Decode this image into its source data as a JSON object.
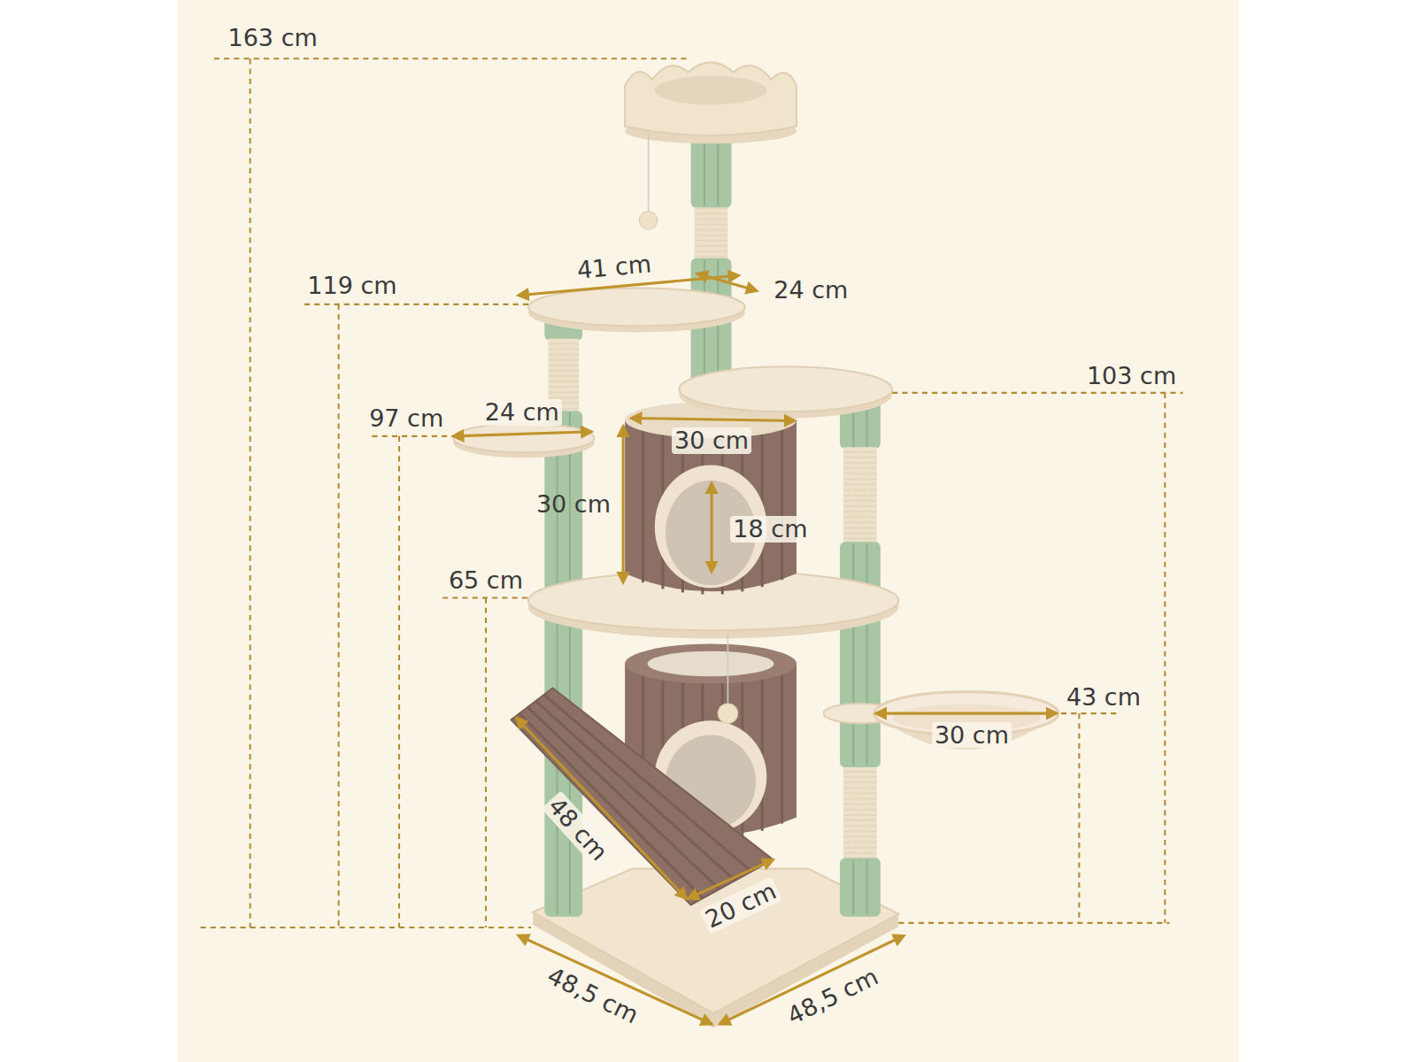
{
  "diagram": {
    "labels": [
      "163 cm",
      "41 cm",
      "119 cm",
      "24 cm",
      "103 cm",
      "97 cm",
      "24 cm",
      "30 cm",
      "30 cm",
      "18 cm",
      "65 cm",
      "43 cm",
      "30 cm",
      "48 cm",
      "20 cm",
      "48,5 cm",
      "48,5 cm"
    ]
  }
}
